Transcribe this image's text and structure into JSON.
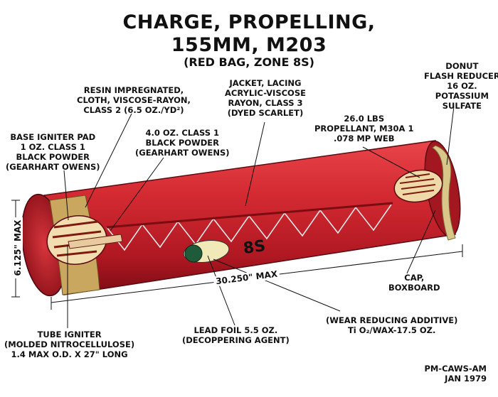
{
  "title": {
    "line1": "CHARGE, PROPELLING,",
    "line2": "155MM, M203",
    "line3": "(RED BAG, ZONE 8S)"
  },
  "labels": {
    "resin": [
      "RESIN IMPREGNATED,",
      "CLOTH, VISCOSE-RAYON,",
      "CLASS 2 (6.5 OZ./YD²)"
    ],
    "jacket": [
      "JACKET, LACING",
      "ACRYLIC-VISCOSE",
      "RAYON, CLASS 3",
      "(DYED SCARLET)"
    ],
    "donut": [
      "DONUT",
      "FLASH REDUCER",
      "16 OZ.",
      "POTASSIUM",
      "SULFATE"
    ],
    "base_igniter": [
      "BASE IGNITER PAD",
      "1 OZ. CLASS 1",
      "BLACK POWDER",
      "(GEARHART OWENS)"
    ],
    "black_powder": [
      "4.0 OZ. CLASS 1",
      "BLACK POWDER",
      "(GEARHART OWENS)"
    ],
    "propellant": [
      "26.0 LBS",
      "PROPELLANT, M30A 1",
      ".078 MP WEB"
    ],
    "cap": [
      "CAP,",
      "BOXBOARD"
    ],
    "wear": [
      "(WEAR REDUCING ADDITIVE)",
      "Ti O₂/WAX-17.5 OZ."
    ],
    "lead": [
      "LEAD FOIL 5.5 OZ.",
      "(DECOPPERING AGENT)"
    ],
    "tube": [
      "TUBE IGNITER",
      "(MOLDED NITROCELLULOSE)",
      "1.4 MAX O.D. X 27\" LONG"
    ]
  },
  "dimensions": {
    "diameter": "6.125\" MAX",
    "length": "30.250\" MAX"
  },
  "marking": "8S",
  "footer": [
    "PM-CAWS-AM",
    "JAN 1979"
  ],
  "colors": {
    "bag_red": "#c8202a",
    "bag_dark": "#8a1018",
    "bag_light": "#e8454a",
    "cloth_tan": "#c9a75e",
    "lacing": "#dddddd",
    "foil_green": "#1f5a3a"
  }
}
